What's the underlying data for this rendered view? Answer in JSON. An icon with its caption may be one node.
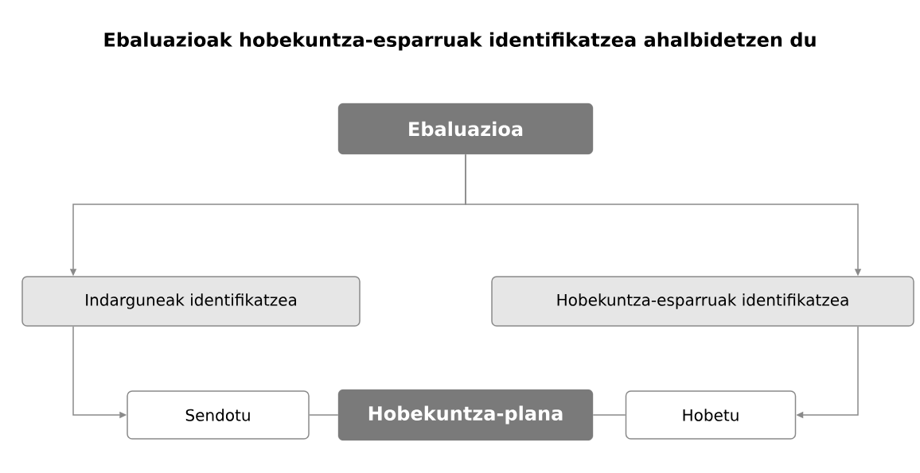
{
  "diagram": {
    "title": "Ebaluazioak hobekuntza-esparruak identifikatzea ahalbidetzen du",
    "nodes": [
      {
        "text": [
          "Ebaluazioa"
        ]
      },
      {
        "text": [
          "Indarguneak identifikatzea"
        ]
      },
      {
        "text": [
          "Hobekuntza-esparruak identifikatzea"
        ]
      },
      {
        "text": [
          "Sendotu"
        ]
      },
      {
        "text": [
          "Hobekuntza-plana"
        ]
      },
      {
        "text": [
          "Hobetu"
        ]
      }
    ],
    "edges": [
      {
        "from": 0,
        "to": 1,
        "arrow": "to"
      },
      {
        "from": 0,
        "to": 2,
        "arrow": "to"
      },
      {
        "from": 1,
        "to": 3,
        "arrow": "to"
      },
      {
        "from": 2,
        "to": 5,
        "arrow": "to"
      },
      {
        "from": 3,
        "to": 4,
        "arrow": "none"
      },
      {
        "from": 4,
        "to": 5,
        "arrow": "none"
      }
    ]
  }
}
